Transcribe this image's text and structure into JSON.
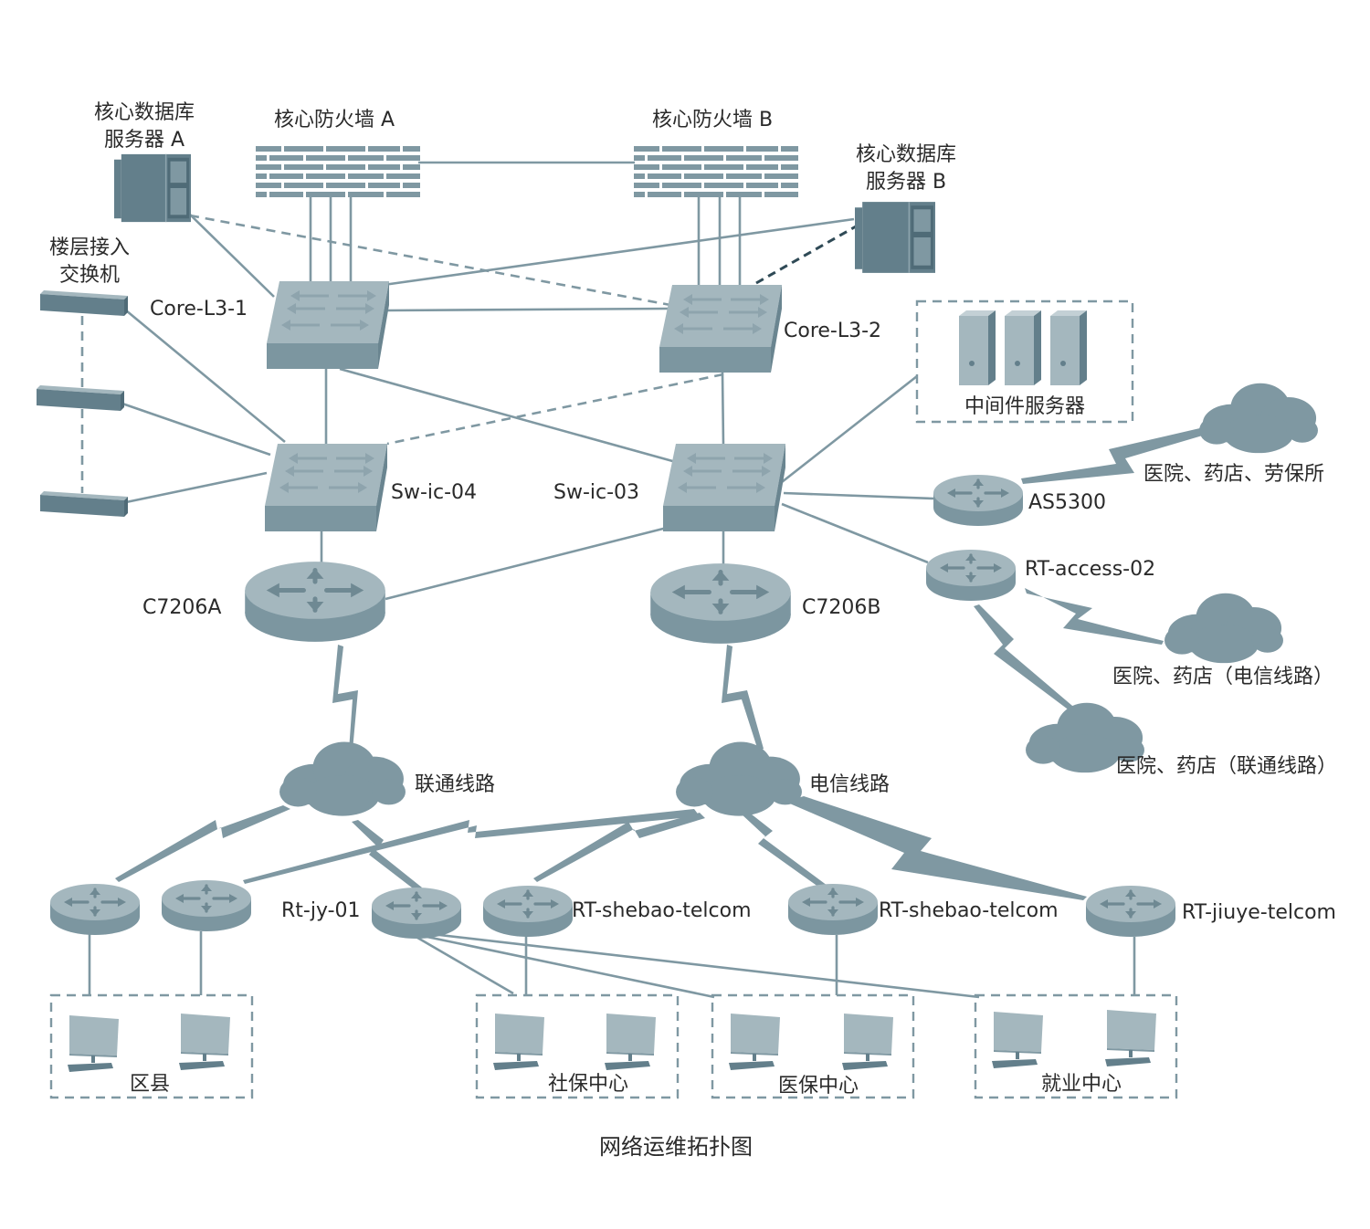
{
  "diagram": {
    "caption": "网络运维拓扑图",
    "labels": {
      "db_a_line1": "核心数据库",
      "db_a_line2": "服务器 A",
      "fw_a": "核心防火墙 A",
      "fw_b": "核心防火墙 B",
      "db_b_line1": "核心数据库",
      "db_b_line2": "服务器 B",
      "floor_sw_line1": "楼层接入",
      "floor_sw_line2": "交换机",
      "core1": "Core-L3-1",
      "core2": "Core-L3-2",
      "middleware": "中间件服务器",
      "sw04": "Sw-ic-04",
      "sw03": "Sw-ic-03",
      "as5300": "AS5300",
      "cloud_hosp1": "医院、药店、劳保所",
      "rt_access": "RT-access-02",
      "cloud_hosp2": "医院、药店（电信线路）",
      "cloud_hosp3": "医院、药店（联通线路）",
      "c7206a": "C7206A",
      "c7206b": "C7206B",
      "unicom": "联通线路",
      "telecom": "电信线路",
      "rt_jy": "Rt-jy-01",
      "rt_shebao1": "RT-shebao-telcom",
      "rt_shebao2": "RT-shebao-telcom",
      "rt_jiuye": "RT-jiuye-telcom",
      "site_county": "区县",
      "site_social": "社保中心",
      "site_medical": "医保中心",
      "site_employment": "就业中心"
    }
  },
  "colors": {
    "device_dark": "#637f8b",
    "device_mid": "#8ea4ad",
    "device_light": "#b3c4ca",
    "line": "#7f98a2",
    "text": "#2a2a2a"
  }
}
